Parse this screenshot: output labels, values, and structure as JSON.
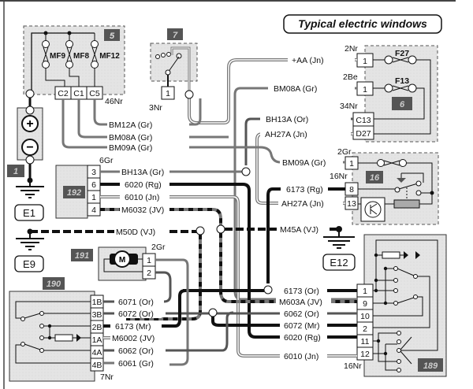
{
  "title": "Typical electric windows",
  "components": {
    "c1": {
      "tag": "1",
      "plus": "+",
      "minus": "−"
    },
    "c5": {
      "tag": "5",
      "fuses": [
        "MF9",
        "MF8",
        "MF12"
      ],
      "pins": [
        "C2",
        "C1",
        "C5"
      ],
      "connector": "46Nr"
    },
    "c7": {
      "tag": "7",
      "pin": "1",
      "connector": "3Nr"
    },
    "c6": {
      "tag": "6",
      "fuses": [
        "F27",
        "F13"
      ],
      "pins": [
        "1",
        "1",
        "C13",
        "D27"
      ],
      "connectors": [
        "2Nr",
        "2Be",
        "34Nr"
      ]
    },
    "c16": {
      "tag": "16",
      "pins": [
        "1",
        "8",
        "13"
      ],
      "connectors": [
        "2Gr",
        "16Nr"
      ]
    },
    "c192": {
      "tag": "192",
      "pins": [
        "3",
        "6",
        "1",
        "4"
      ],
      "connector": "6Gr"
    },
    "c191": {
      "tag": "191",
      "motor": "M",
      "pins": [
        "1",
        "2"
      ],
      "connector": "2Gr"
    },
    "c190": {
      "tag": "190",
      "pins": [
        "1B",
        "3B",
        "2B",
        "1A",
        "4A",
        "4B"
      ],
      "connector": "7Nr"
    },
    "c189": {
      "tag": "189",
      "pins": [
        "1",
        "9",
        "10",
        "2",
        "11",
        "12"
      ],
      "connector": "16Nr"
    }
  },
  "grounds": [
    "E1",
    "E9",
    "E12"
  ],
  "wires": {
    "aa": "+AA (Jn)",
    "bm08a_r": "BM08A (Gr)",
    "bh13a_or": "BH13A (Or)",
    "ah27a_jn": "AH27A (Jn)",
    "bm12a": "BM12A (Gr)",
    "bm08a": "BM08A (Gr)",
    "bm09a": "BM09A (Gr)",
    "bm09a_r": "BM09A (Gr)",
    "bh13a_gr": "BH13A (Gr)",
    "w6020": "6020 (Rg)",
    "w6010": "6010 (Jn)",
    "m6032": "M6032 (JV)",
    "w6173_rg": "6173 (Rg)",
    "ah27a_r": "AH27A (Jn)",
    "m50d": "M50D (VJ)",
    "m45a": "M45A (VJ)",
    "w6071": "6071 (Or)",
    "w6072_or": "6072 (Or)",
    "w6173_mr": "6173 (Mr)",
    "m6002": "M6002 (JV)",
    "w6062_or": "6062 (Or)",
    "w6061": "6061 (Gr)",
    "r6173": "6173 (Or)",
    "m603a": "M603A (JV)",
    "r6062": "6062 (Or)",
    "r6072": "6072 (Mr)",
    "r6020": "6020 (Rg)",
    "r6010": "6010 (Jn)"
  },
  "colors": {
    "tag_bg": "#555555",
    "box_bg": "#e6e6e6",
    "wire_dark": "#111111",
    "wire_grey": "#7a7a7a"
  }
}
